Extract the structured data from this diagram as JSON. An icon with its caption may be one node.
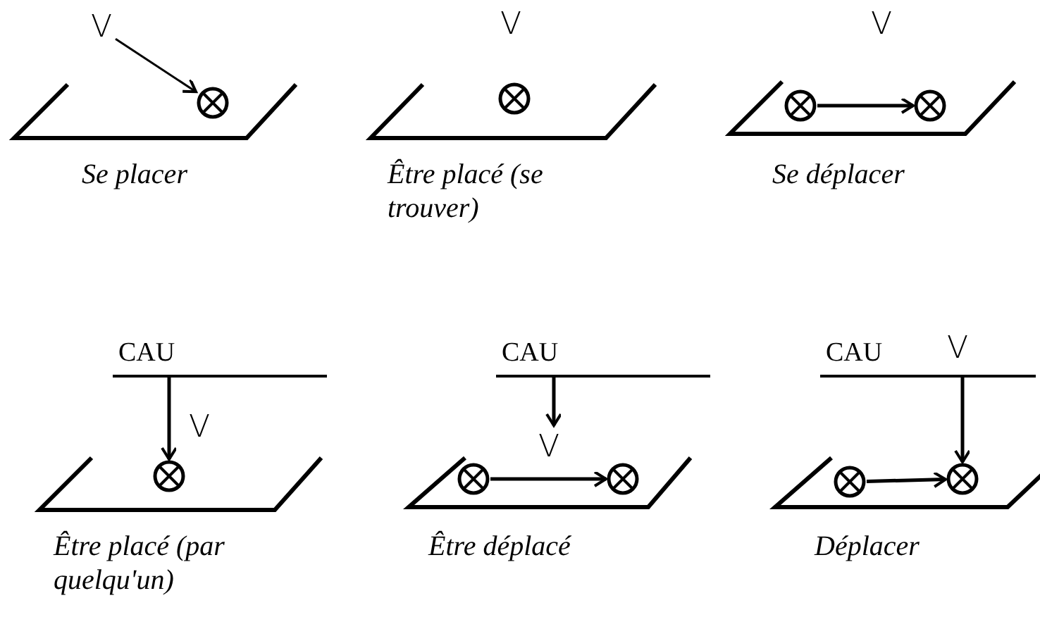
{
  "diagram": {
    "nodes": [
      {
        "text": [
          "V"
        ]
      },
      {
        "text": [],
        "shape": "circle"
      },
      {
        "text": [],
        "shape": "circle"
      },
      {
        "text": [],
        "shape": "circle"
      },
      {
        "text": [],
        "shape": "circle"
      },
      {
        "text": [
          "CAU"
        ]
      },
      {
        "text": [],
        "shape": "circle"
      },
      {
        "text": [
          "CAU"
        ]
      },
      {
        "text": [],
        "shape": "circle"
      },
      {
        "text": [],
        "shape": "circle"
      },
      {
        "text": [
          "CAU"
        ]
      },
      {
        "text": [],
        "shape": "circle"
      },
      {
        "text": [],
        "shape": "circle"
      }
    ],
    "edges": [
      {
        "from": 0,
        "to": 1,
        "arrow": "to"
      },
      {
        "from": 3,
        "to": 4,
        "arrow": "to"
      },
      {
        "from": 5,
        "to": 6,
        "arrow": "to"
      },
      {
        "from": 7,
        "to": null,
        "arrow": "to"
      },
      {
        "from": 8,
        "to": 9,
        "arrow": "to",
        "label": "V"
      },
      {
        "from": 10,
        "to": 12,
        "arrow": "to"
      },
      {
        "from": 11,
        "to": 12,
        "arrow": "to"
      }
    ],
    "labels": [
      "V",
      "V",
      "Se placer",
      "Être placé (se trouver)",
      "Se déplacer",
      "V",
      "V",
      "Être placé (par quelqu'un)",
      "Être déplacé",
      "Déplacer"
    ]
  }
}
